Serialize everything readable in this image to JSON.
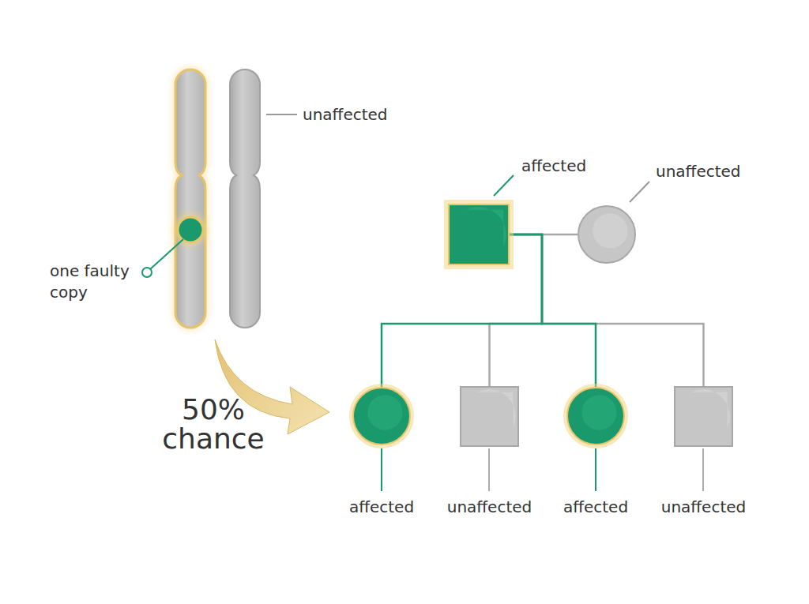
{
  "diagram": {
    "nodes": [
      {
        "text": [
          "affected"
        ]
      },
      {
        "text": [
          "unaffected"
        ]
      },
      {
        "text": [
          "affected"
        ]
      },
      {
        "text": [
          "unaffected"
        ]
      },
      {
        "text": [
          "affected"
        ]
      },
      {
        "text": [
          "unaffected"
        ]
      }
    ],
    "edges": [
      {
        "from": 0,
        "to": 1,
        "arrow": "none"
      },
      {
        "from": 0,
        "to": 3,
        "arrow": "none"
      },
      {
        "from": 0,
        "to": 5,
        "arrow": "none"
      },
      {
        "from": 0,
        "to": 2,
        "arrow": "none"
      },
      {
        "from": 0,
        "to": 4,
        "arrow": "none"
      }
    ],
    "labels": [
      "unaffected",
      "one faulty copy",
      "50% chance"
    ]
  }
}
